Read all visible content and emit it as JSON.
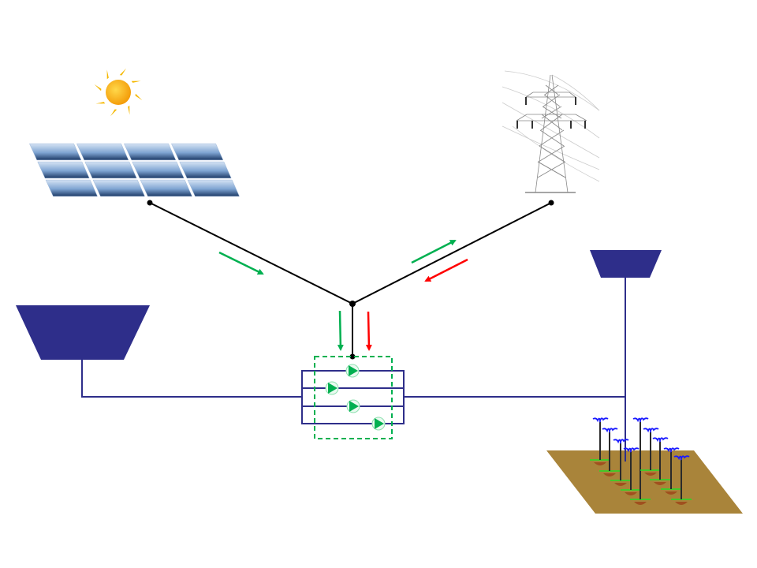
{
  "diagram": {
    "components": [
      "sun",
      "solar-panel-array",
      "power-grid-pylon",
      "pump-station",
      "source-reservoir",
      "elevated-tank",
      "irrigated-field"
    ],
    "colors": {
      "wire": "#000000",
      "pipe": "#2e2e8a",
      "reservoir": "#2e2e8a",
      "flow_forward": "#00b050",
      "flow_reverse": "#ff0000",
      "pump": "#00b050",
      "field": "#a9843a",
      "sun": "#f5a800",
      "plant_leaf": "#1a1aff"
    }
  }
}
